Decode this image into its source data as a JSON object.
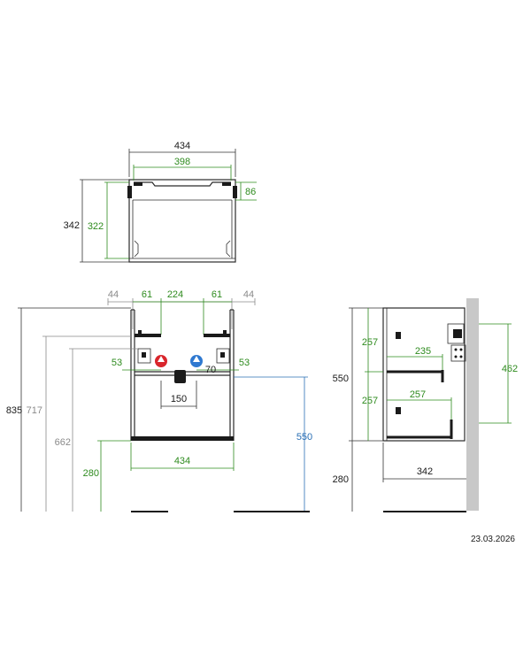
{
  "date": "23.03.2026",
  "top_view": {
    "width_outer": "434",
    "width_inner": "398",
    "depth_outer": "342",
    "depth_inner": "322",
    "top_offset": "86"
  },
  "front_view": {
    "top_segments": [
      "44",
      "61",
      "224",
      "61",
      "44"
    ],
    "height_total": "835",
    "height_717": "717",
    "height_662": "662",
    "height_280": "280",
    "height_550": "550",
    "side_offset_left": "53",
    "side_offset_right": "53",
    "siphon_offset": "70",
    "center_width": "150",
    "bottom_width": "434"
  },
  "side_view": {
    "drawer_top": "257",
    "drawer_bottom": "257",
    "height": "550",
    "bracket": "462",
    "depth_upper": "235",
    "depth_lower": "257",
    "depth_total": "342",
    "floor_height": "280"
  },
  "colors": {
    "dim_green": "#2e8b1e",
    "dim_grey": "#8a8a8a",
    "dim_blue": "#2a6fb5",
    "hot_red": "#d9262c",
    "cold_blue": "#2f79d0",
    "wall_grey": "#c8c8c8"
  }
}
